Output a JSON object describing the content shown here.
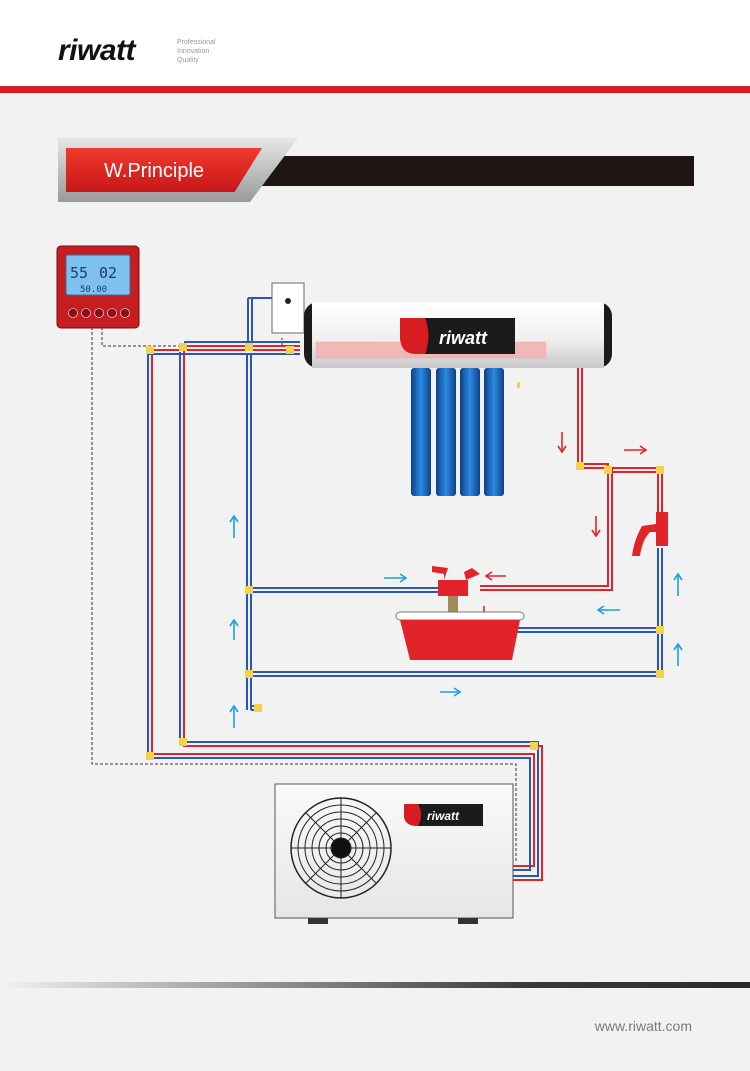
{
  "header": {
    "logo": "riwatt",
    "tagline": [
      "Professional",
      "Innovation",
      "Quality"
    ]
  },
  "section": {
    "title": "W.Principle"
  },
  "controller": {
    "display_top_left": "55",
    "display_top_right": "02",
    "display_bottom": "50.00"
  },
  "tank": {
    "brand": "riwatt"
  },
  "heat_pump": {
    "brand": "riwatt"
  },
  "footer": {
    "url": "www.riwatt.com"
  },
  "colors": {
    "hot_pipe": "#e2242a",
    "cold_pipe": "#2c55b8",
    "flow_arrow_hot": "#e2242a",
    "flow_arrow_cold": "#1aa0e6",
    "brand_red": "#d71d22"
  },
  "icons": [
    "controller-icon",
    "pump-icon",
    "solar-tubes-icon",
    "faucet-icon",
    "shower-valve-icon",
    "bathtub-icon",
    "fan-icon"
  ]
}
